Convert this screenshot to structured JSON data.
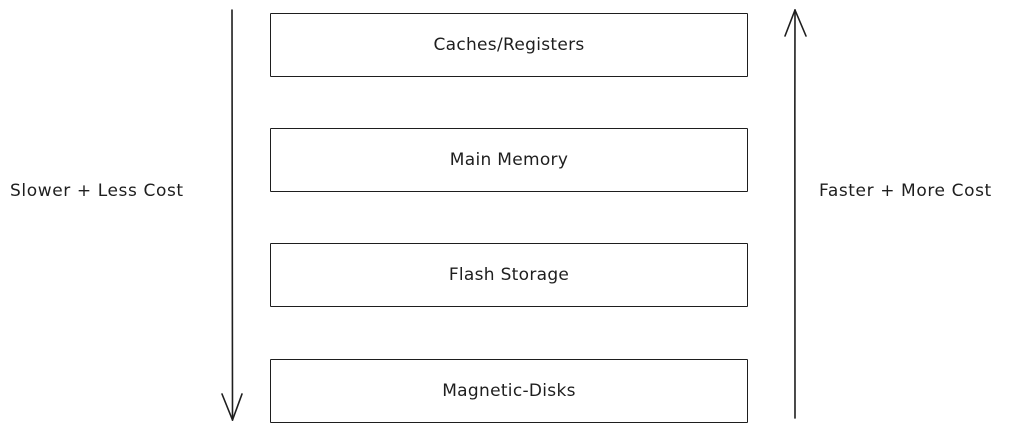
{
  "layers": [
    {
      "label": "Caches/Registers"
    },
    {
      "label": "Main Memory"
    },
    {
      "label": "Flash Storage"
    },
    {
      "label": "Magnetic-Disks"
    }
  ],
  "left_arrow": {
    "label": "Slower + Less Cost",
    "direction": "down"
  },
  "right_arrow": {
    "label": "Faster + More Cost",
    "direction": "up"
  },
  "colors": {
    "stroke": "#1e1e1e",
    "background": "#ffffff"
  }
}
